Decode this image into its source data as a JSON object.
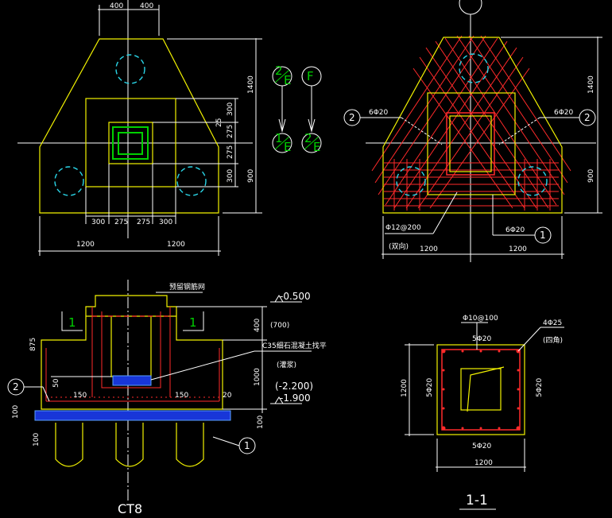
{
  "plan": {
    "top_dims": [
      "400",
      "400"
    ],
    "right_dims": [
      "1400",
      "900"
    ],
    "pier_dims": [
      "300",
      "25",
      "275",
      "275",
      "300"
    ],
    "pier_dims_h": [
      "300",
      "275",
      "275",
      "300"
    ],
    "bottom_dims": [
      "1200",
      "1200"
    ]
  },
  "axes": {
    "top_left": {
      "num": "2",
      "letter": "E"
    },
    "top_right": {
      "letter": "F"
    },
    "bottom_left": {
      "num": "1",
      "letter": "E"
    },
    "bottom_right": {
      "num": "2",
      "letter": "E"
    }
  },
  "reinf_plan": {
    "right_dims": [
      "1400",
      "900"
    ],
    "left_label": "6Φ20",
    "right_label": "6Φ20",
    "left_tag": "2",
    "right_tag": "2",
    "bottom_left_label": "Φ12@200",
    "bottom_left_sub": "(双向)",
    "bottom_right_label": "6Φ20",
    "bottom_tag": "1",
    "bottom_dims": [
      "1200",
      "1200"
    ]
  },
  "section": {
    "note_top": "预留钢筋网",
    "elev_top": "-0.500",
    "dim_400": "400",
    "dim_700": "(700)",
    "dim_1000": "1000",
    "concrete_note": "C35细石混凝土找平",
    "concrete_sub": "(灌浆)",
    "elev_mid": "(-2.200)",
    "elev_bot": "-1.900",
    "dim_150a": "150",
    "dim_150b": "150",
    "dim_50": "50",
    "dim_875": "875",
    "dim_100a": "100",
    "dim_100b": "100",
    "dim_20": "20",
    "mark_left": "1",
    "mark_right": "1",
    "tag_left": "2",
    "tag_bottom": "1",
    "title": "CT8"
  },
  "section11": {
    "top_label": "Φ10@100",
    "corner_label": "4Φ25",
    "corner_sub": "(四角)",
    "top_bars": "5Φ20",
    "left_bars": "5Φ20",
    "right_bars": "5Φ20",
    "bottom_bars": "5Φ20",
    "dim_side": "1200",
    "dim_bottom": "1200",
    "title": "1-1"
  }
}
